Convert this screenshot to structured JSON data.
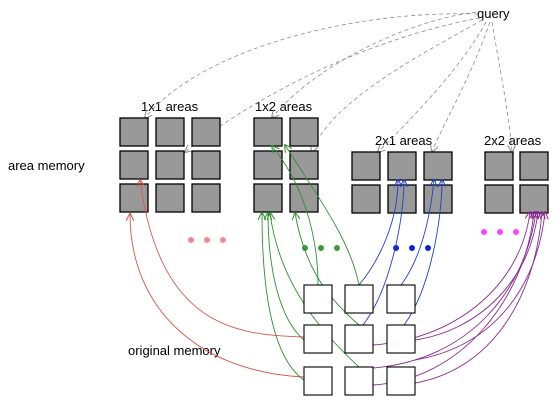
{
  "labels": {
    "query": "query",
    "area_memory": "area memory",
    "original_memory": "original memory",
    "group_1x1": "1x1 areas",
    "group_1x2": "1x2 areas",
    "group_2x1": "2x1 areas",
    "group_2x2": "2x2 areas"
  },
  "colors": {
    "cell_fill": "#999999",
    "dashed_arrow": "#8c8c8c",
    "red": "#d9574a",
    "green": "#2f8f2f",
    "blue": "#2040d0",
    "purple": "#8a2a90",
    "dots_1x1": "#f08a8a",
    "dots_1x2": "#3a9a3a",
    "dots_2x1": "#1020e0",
    "dots_2x2": "#ff40ff"
  }
}
